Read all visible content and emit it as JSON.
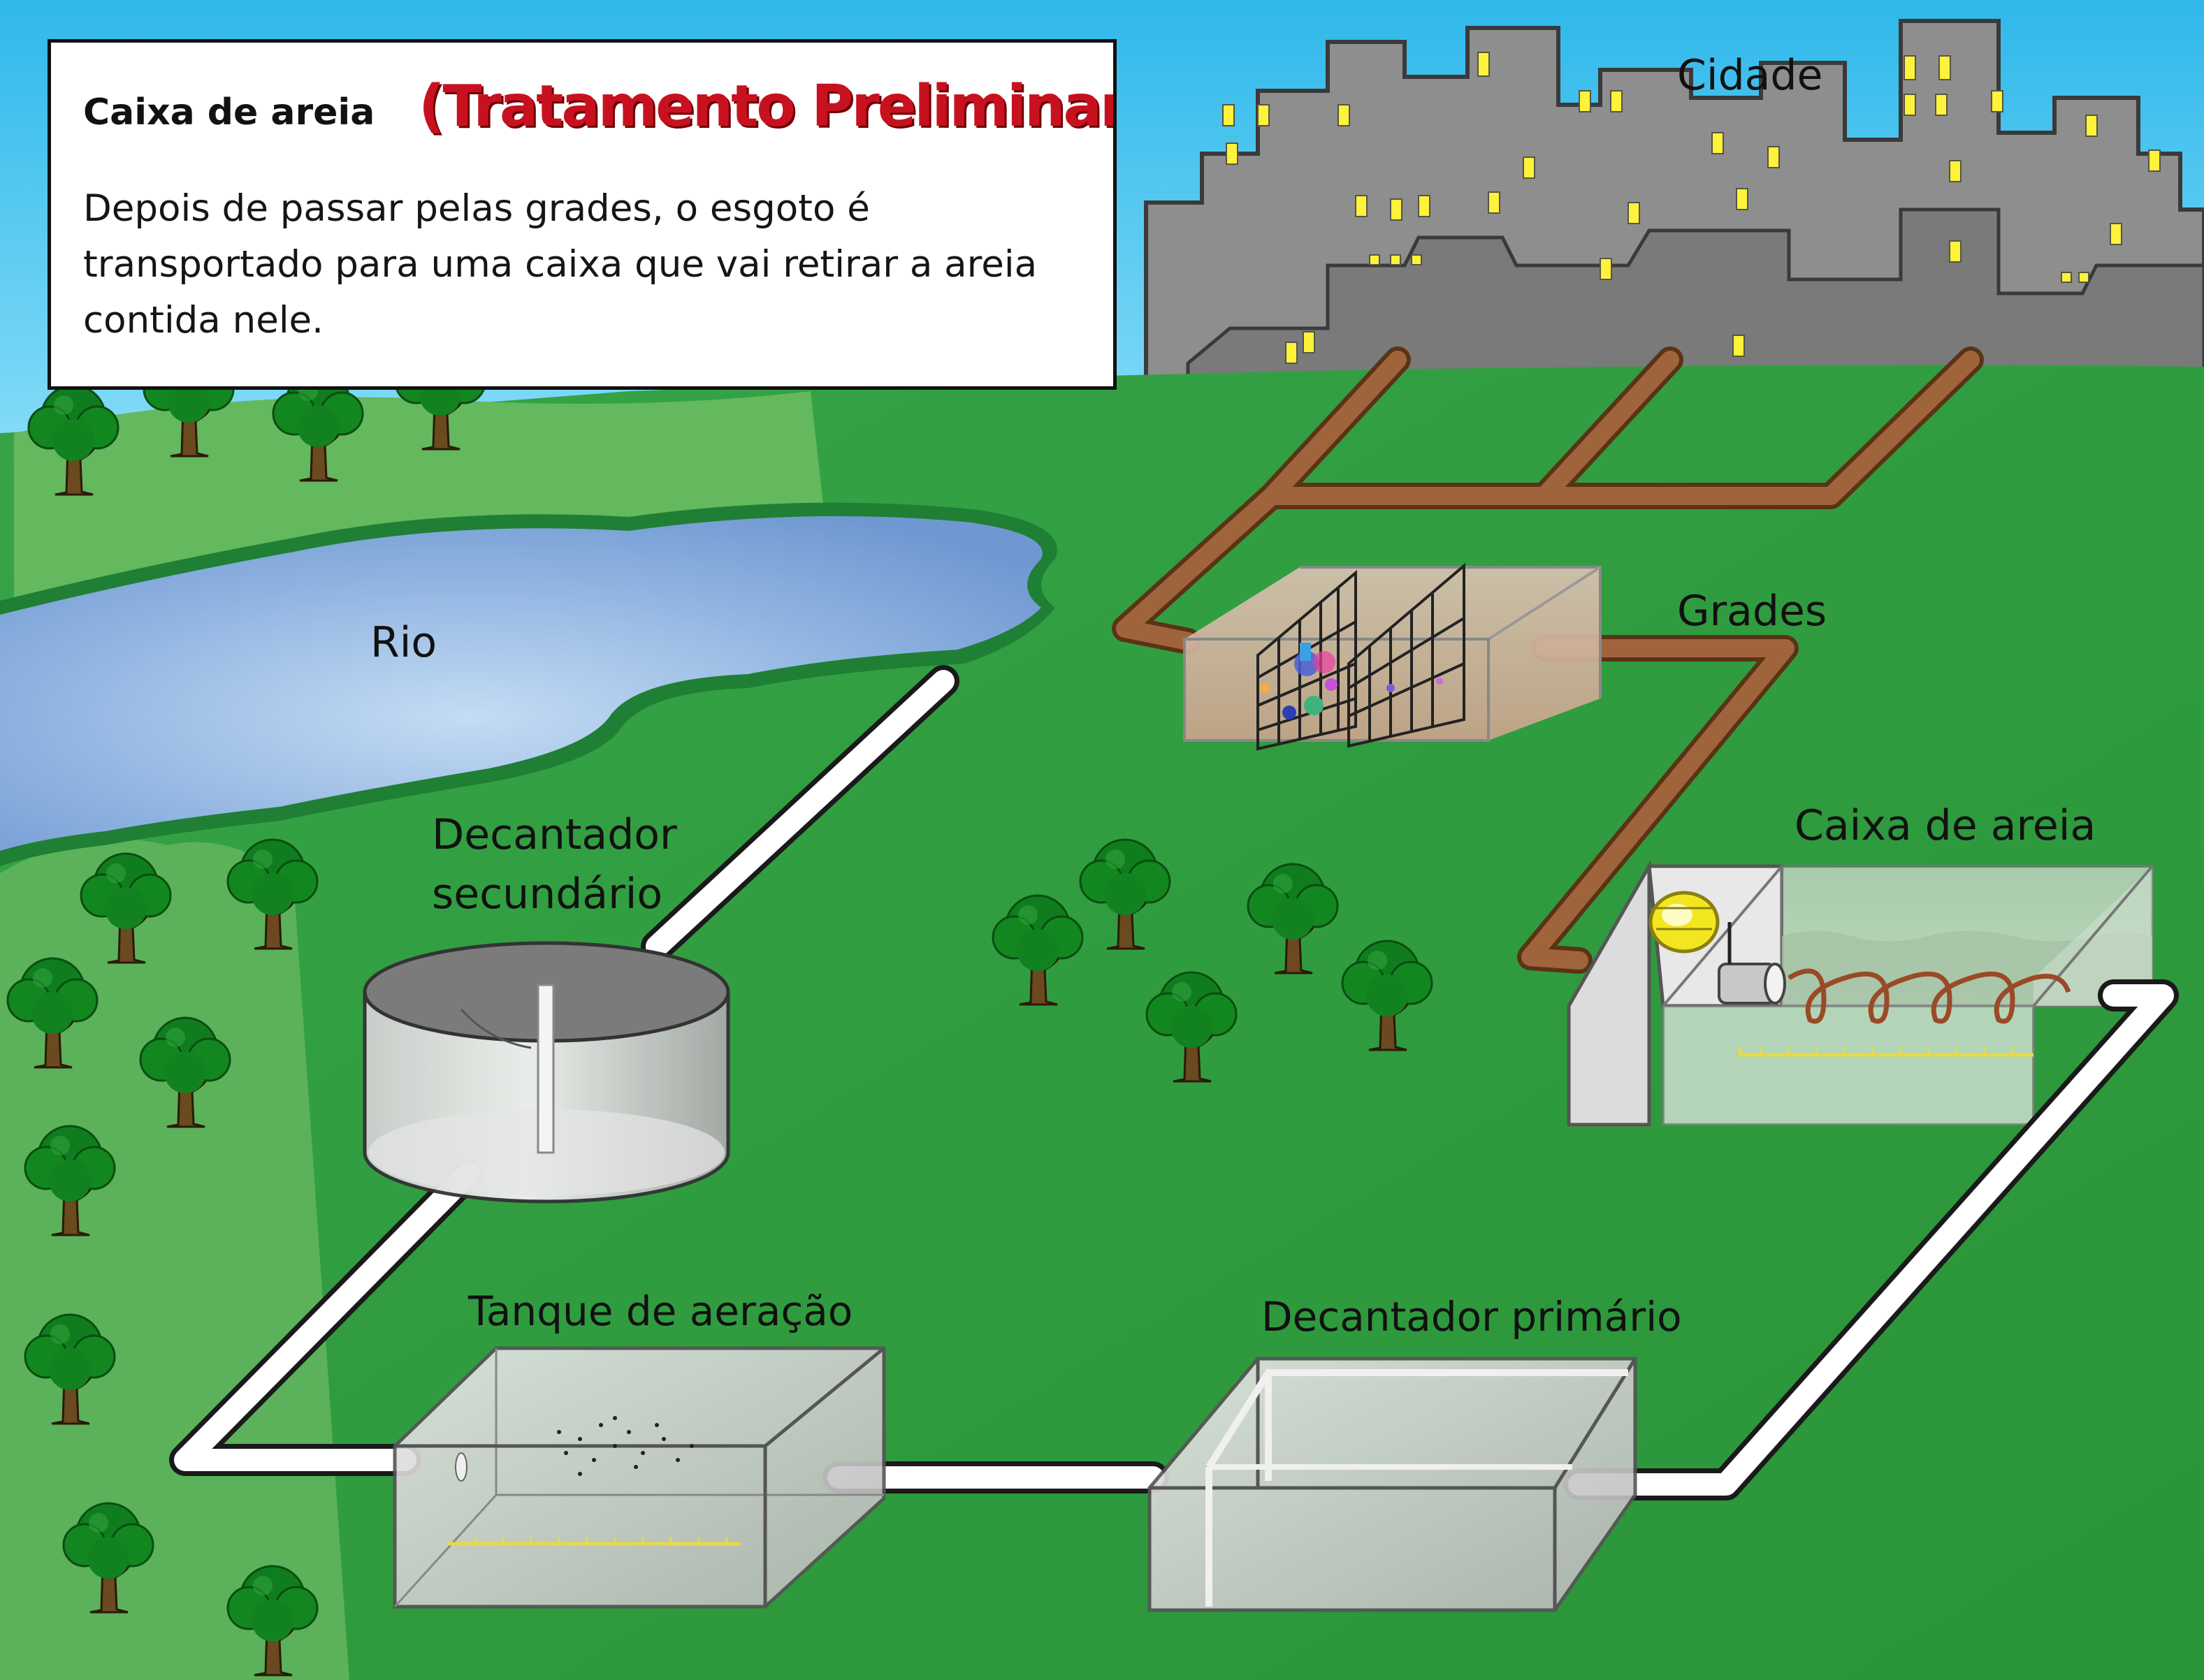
{
  "panel": {
    "title": "Caixa de areia",
    "subtitle": "(Tratamento Preliminar)",
    "body": "Depois de passar pelas grades, o esgoto é transportado para uma caixa que vai retirar a areia contida nele."
  },
  "labels": {
    "city": "Cidade",
    "river": "Rio",
    "grates": "Grades",
    "grit_chamber": "Caixa de areia",
    "secondary_clarifier_line1": "Decantador",
    "secondary_clarifier_line2": "secundário",
    "aeration_tank": "Tanque de aeração",
    "primary_clarifier": "Decantador primário"
  },
  "colors": {
    "sky": "#3fc3ee",
    "grass": "#2e9c3e",
    "river": "#7ea8db",
    "sewer_pipe": "#a0643c",
    "buildings": "#8c8c8c",
    "windows": "#fff23a",
    "highlight_title": "#c8111f"
  }
}
